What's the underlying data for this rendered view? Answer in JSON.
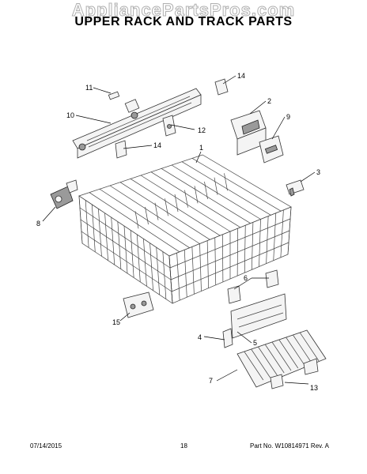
{
  "watermark": "AppliancePartsPros.com",
  "title": "UPPER RACK AND TRACK PARTS",
  "callouts": [
    {
      "id": "1",
      "label": "1"
    },
    {
      "id": "2",
      "label": "2"
    },
    {
      "id": "3",
      "label": "3"
    },
    {
      "id": "4",
      "label": "4"
    },
    {
      "id": "5",
      "label": "5"
    },
    {
      "id": "6",
      "label": "6"
    },
    {
      "id": "7",
      "label": "7"
    },
    {
      "id": "8",
      "label": "8"
    },
    {
      "id": "9",
      "label": "9"
    },
    {
      "id": "10",
      "label": "10"
    },
    {
      "id": "11",
      "label": "11"
    },
    {
      "id": "12",
      "label": "12"
    },
    {
      "id": "13",
      "label": "13"
    },
    {
      "id": "14a",
      "label": "14"
    },
    {
      "id": "14b",
      "label": "14"
    },
    {
      "id": "15",
      "label": "15"
    }
  ],
  "footer": {
    "date": "07/14/2015",
    "page": "18",
    "part_no": "Part No. W10814971  Rev. A"
  }
}
